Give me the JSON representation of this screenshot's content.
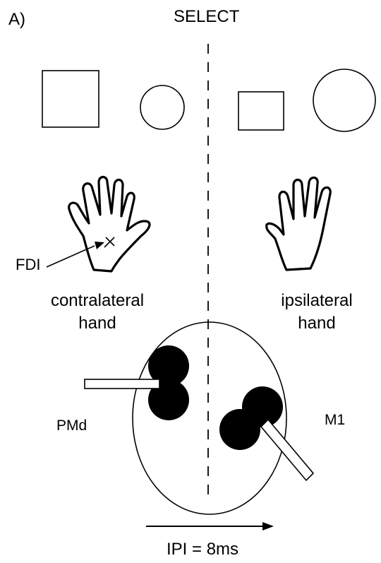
{
  "panel_label": "A)",
  "title": "SELECT",
  "labels": {
    "fdi": "FDI",
    "contralateral_line1": "contralateral",
    "contralateral_line2": "hand",
    "ipsilateral_line1": "ipsilateral",
    "ipsilateral_line2": "hand",
    "pmd": "PMd",
    "m1": "M1",
    "ipi": "IPI = 8ms"
  },
  "colors": {
    "stroke": "#000000",
    "fill": "#000000",
    "background": "#ffffff"
  },
  "icons": [
    "square-shape",
    "circle-shape",
    "hand-icon",
    "tms-coil-icon",
    "arrow-icon"
  ]
}
